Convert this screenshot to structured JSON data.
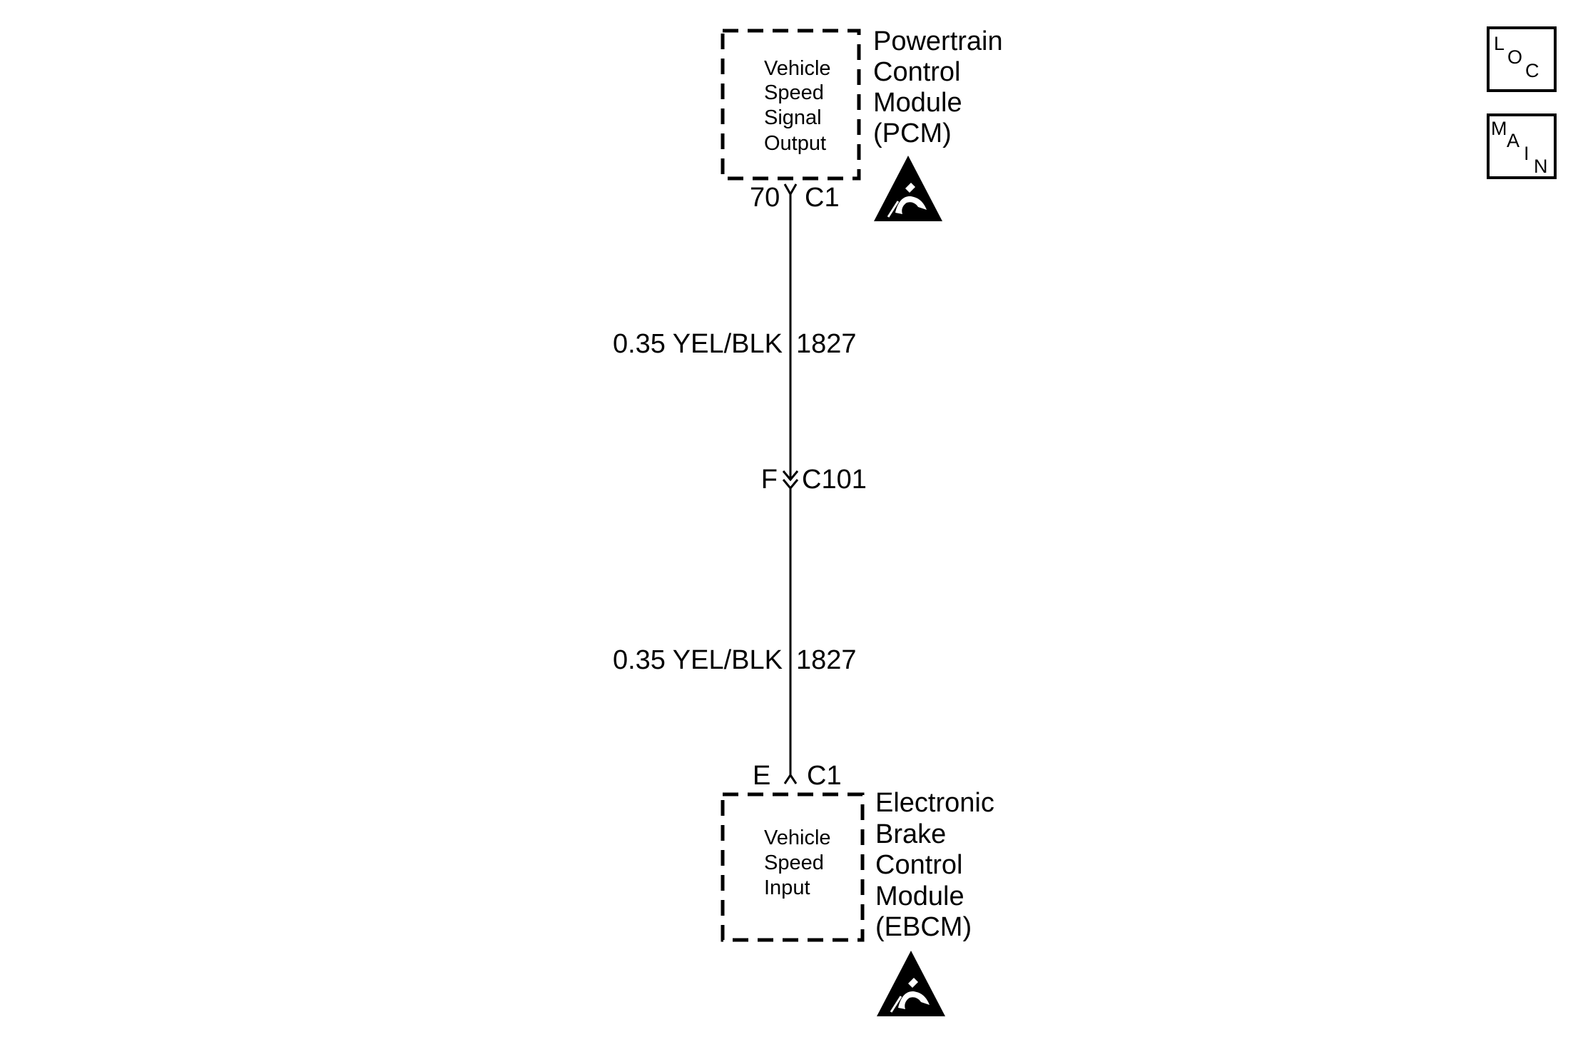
{
  "colors": {
    "line": "#000000",
    "background": "#ffffff"
  },
  "top_module": {
    "name_lines": [
      "Powertrain",
      "Control",
      "Module",
      "(PCM)"
    ],
    "function_lines": [
      "Vehicle",
      "Speed",
      "Signal",
      "Output"
    ],
    "connector": {
      "pin": "70",
      "id": "C1"
    },
    "esd_icon": "electrostatic-discharge-warning-icon"
  },
  "wire_segments": [
    {
      "gauge_color": "0.35 YEL/BLK",
      "circuit": "1827"
    },
    {
      "gauge_color": "0.35 YEL/BLK",
      "circuit": "1827"
    }
  ],
  "inline_connector": {
    "pin": "F",
    "id": "C101"
  },
  "bottom_module": {
    "name_lines": [
      "Electronic",
      "Brake",
      "Control",
      "Module",
      "(EBCM)"
    ],
    "function_lines": [
      "Vehicle",
      "Speed",
      "Input"
    ],
    "connector": {
      "pin": "E",
      "id": "C1"
    },
    "esd_icon": "electrostatic-discharge-warning-icon"
  },
  "nav_buttons": [
    {
      "name": "loc",
      "letters": [
        "L",
        "O",
        "C"
      ]
    },
    {
      "name": "main",
      "letters": [
        "M",
        "A",
        "I",
        "N"
      ]
    }
  ]
}
